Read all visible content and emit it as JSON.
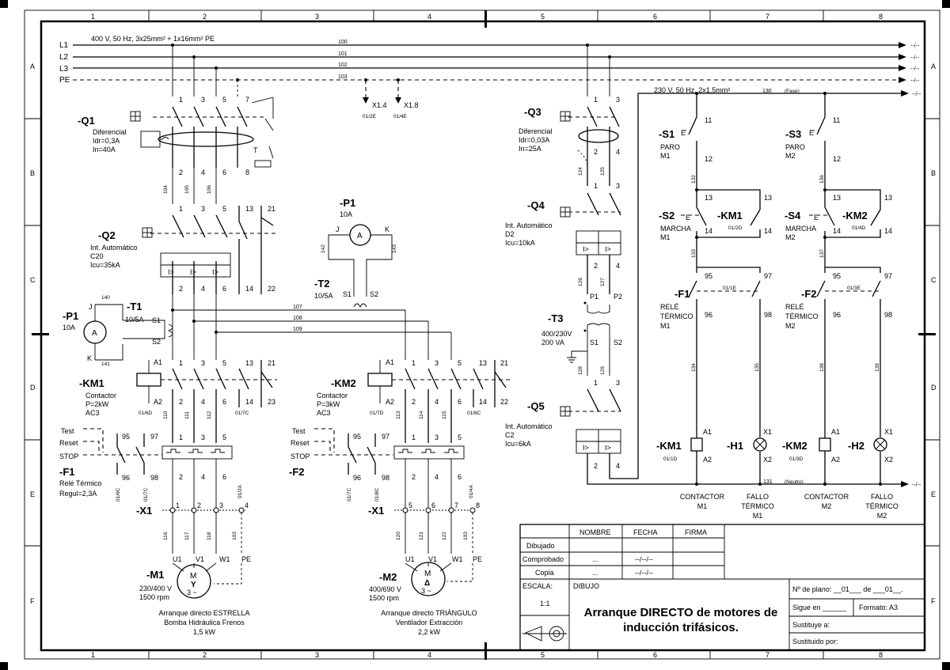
{
  "frame": {
    "columns": [
      "1",
      "2",
      "3",
      "4",
      "5",
      "6",
      "7",
      "8"
    ],
    "rows": [
      "A",
      "B",
      "C",
      "D",
      "E",
      "F"
    ]
  },
  "power_bus": {
    "spec": "400 V, 50 Hz, 3x25mm² + 1x16mm² PE",
    "lines": [
      {
        "name": "L1",
        "number": "100"
      },
      {
        "name": "L2",
        "number": "101"
      },
      {
        "name": "L3",
        "number": "102"
      },
      {
        "name": "PE",
        "number": "103"
      }
    ],
    "continuation": "--/--",
    "pe_taps": [
      {
        "name": "X1.4",
        "ref": "01/2E"
      },
      {
        "name": "X1.8",
        "ref": "01/4E"
      }
    ]
  },
  "control_bus": {
    "spec": "230 V, 50 Hz, 2x1,5mm²",
    "phase_number": "130",
    "phase_label": "(Fase)",
    "neutral_number": "131",
    "neutral_label": "(Neutro)",
    "continuation": "--/--"
  },
  "components": {
    "Q1": {
      "tag": "-Q1",
      "desc": [
        "Diferencial",
        "Idr=0,3A",
        "In=40A"
      ],
      "extra": "T"
    },
    "Q2": {
      "tag": "-Q2",
      "desc": [
        "Int. Automático",
        "C20",
        "Icu=35kA"
      ]
    },
    "P1a": {
      "tag": "-P1",
      "rating": "10A",
      "symbol": "A",
      "terms": [
        "J",
        "K"
      ],
      "wires": [
        "140",
        "141"
      ]
    },
    "T1": {
      "tag": "-T1",
      "rating": "10/5A",
      "terms": [
        "S1",
        "S2"
      ]
    },
    "P1b": {
      "tag": "-P1",
      "rating": "10A",
      "symbol": "A",
      "terms": [
        "J",
        "K"
      ],
      "wires": [
        "142",
        "143"
      ]
    },
    "T2": {
      "tag": "-T2",
      "rating": "10/5A",
      "terms": [
        "S1",
        "S2"
      ]
    },
    "KM1": {
      "tag": "-KM1",
      "desc": [
        "Contactor",
        "P=2kW",
        "AC3"
      ],
      "coil": [
        "A1",
        "A2"
      ],
      "ref": "01/6D",
      "aux_ref": "01/7C"
    },
    "KM2": {
      "tag": "-KM2",
      "desc": [
        "Contactor",
        "P=3kW",
        "AC3"
      ],
      "coil": [
        "A1",
        "A2"
      ],
      "ref": "01/7D",
      "aux_ref": "01/8C"
    },
    "F1": {
      "tag": "-F1",
      "desc": [
        "Relé Térmico",
        "Regul=2,3A"
      ],
      "buttons": [
        "Test",
        "Reset",
        "STOP"
      ],
      "refs": [
        "01/6C",
        "01/7C"
      ]
    },
    "F2": {
      "tag": "-F2",
      "buttons": [
        "Test",
        "Reset",
        "STOP"
      ],
      "refs": [
        "01/7C",
        "01/8C"
      ]
    },
    "X1a": {
      "tag": "-X1",
      "terminals": [
        "1",
        "2",
        "3",
        "4"
      ],
      "ref": "01/2A"
    },
    "X1b": {
      "tag": "-X1",
      "terminals": [
        "5",
        "6",
        "7",
        "8"
      ],
      "ref": "01/4A"
    },
    "M1": {
      "tag": "-M1",
      "symbol": "M",
      "connection": "Y",
      "phases": "3 ~",
      "desc": [
        "230/400 V",
        "1500 rpm"
      ],
      "terms": [
        "U1",
        "V1",
        "W1",
        "PE"
      ],
      "wires": [
        "116",
        "117",
        "118",
        "103"
      ],
      "caption": [
        "Arranque directo ESTRELLA",
        "Bomba Hidráulica Frenos",
        "1,5 kW"
      ]
    },
    "M2": {
      "tag": "-M2",
      "symbol": "M",
      "connection": "Δ",
      "phases": "3 ~",
      "desc": [
        "400/690 V",
        "1500 rpm"
      ],
      "terms": [
        "U1",
        "V1",
        "W1",
        "PE"
      ],
      "wires": [
        "120",
        "121",
        "122",
        "103"
      ],
      "caption": [
        "Arranque directo TRIÁNGULO",
        "Ventilador Extracción",
        "2,2 kW"
      ]
    },
    "Q3": {
      "tag": "-Q3",
      "desc": [
        "Diferencial",
        "Idr=0,03A",
        "In=25A"
      ]
    },
    "Q4": {
      "tag": "-Q4",
      "desc": [
        "Int. Automático",
        "D2",
        "Icu=10kA"
      ]
    },
    "T3": {
      "tag": "-T3",
      "desc": [
        "400/230V",
        "200 VA"
      ],
      "terms": [
        "P1",
        "P2",
        "S1",
        "S2"
      ]
    },
    "Q5": {
      "tag": "-Q5",
      "desc": [
        "Int. Automático",
        "C2",
        "Icu=6kA"
      ]
    },
    "S1": {
      "tag": "-S1",
      "desc": [
        "PARO",
        "M1"
      ],
      "terms": [
        "11",
        "12"
      ]
    },
    "S2": {
      "tag": "-S2",
      "desc": [
        "MARCHA",
        "M1"
      ],
      "terms": [
        "13",
        "14"
      ]
    },
    "S3": {
      "tag": "-S3",
      "desc": [
        "PARO",
        "M2"
      ],
      "terms": [
        "11",
        "12"
      ]
    },
    "S4": {
      "tag": "-S4",
      "desc": [
        "MARCHA",
        "M2"
      ],
      "terms": [
        "13",
        "14"
      ]
    },
    "KM1c": {
      "tag": "-KM1",
      "ref": "01/2D",
      "terms": [
        "13",
        "14"
      ]
    },
    "KM2c": {
      "tag": "-KM2",
      "ref": "01/4D",
      "terms": [
        "13",
        "14"
      ]
    },
    "F1c": {
      "tag": "-F1",
      "desc": [
        "RELÉ",
        "TÉRMICO",
        "M1"
      ],
      "ref": "01/1E",
      "terms": [
        "95",
        "96",
        "97",
        "98"
      ]
    },
    "F2c": {
      "tag": "-F2",
      "desc": [
        "RELÉ",
        "TÉRMICO",
        "M2"
      ],
      "ref": "01/3E",
      "terms": [
        "95",
        "96",
        "97",
        "98"
      ]
    },
    "KM1k": {
      "tag": "-KM1",
      "ref": "01/1D",
      "terms": [
        "A1",
        "A2"
      ]
    },
    "H1": {
      "tag": "-H1",
      "terms": [
        "X1",
        "X2"
      ]
    },
    "KM2k": {
      "tag": "-KM2",
      "ref": "01/3D",
      "terms": [
        "A1",
        "A2"
      ]
    },
    "H2": {
      "tag": "-H2",
      "terms": [
        "X1",
        "X2"
      ]
    }
  },
  "control_captions": [
    [
      "CONTACTOR",
      "M1"
    ],
    [
      "FALLO",
      "TÉRMICO",
      "M1"
    ],
    [
      "CONTACTOR",
      "M2"
    ],
    [
      "FALLO",
      "TÉRMICO",
      "M2"
    ]
  ],
  "title_block": {
    "headers": [
      "NOMBRE",
      "FECHA",
      "FIRMA"
    ],
    "rows": [
      {
        "label": "Dibujado",
        "name": "",
        "date": ""
      },
      {
        "label": "Comprobado",
        "name": "...",
        "date": "--/--/--"
      },
      {
        "label": "Copia",
        "name": "...",
        "date": "--/--/--"
      }
    ],
    "scale_label": "ESCALA:",
    "scale_value": "1:1",
    "drawing_label": "DIBUJO",
    "title": [
      "Arranque DIRECTO de motores de",
      "inducción trifásicos."
    ],
    "plan_no": "Nº de plano: __01___ de ___01__.",
    "sigue_en": "Sigue en ______",
    "formato": "Formato: A3",
    "sustituye": "Sustituye a:",
    "sustituido": "Sustituido por:"
  }
}
